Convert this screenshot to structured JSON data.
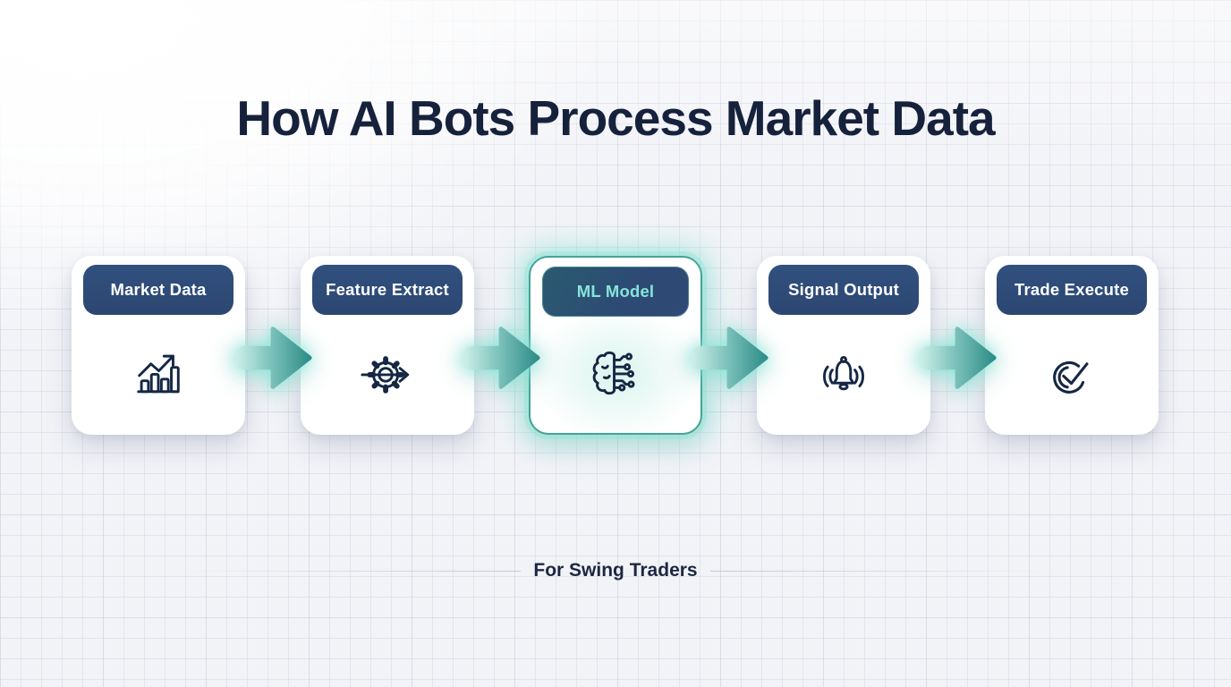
{
  "title": "How AI Bots Process Market Data",
  "subtitle": "For Swing Traders",
  "steps": [
    {
      "label": "Market Data",
      "icon": "bar-chart-trend-icon",
      "highlighted": false
    },
    {
      "label": "Feature Extract",
      "icon": "gear-process-arrow-icon",
      "highlighted": false
    },
    {
      "label": "ML Model",
      "icon": "brain-circuit-icon",
      "highlighted": true
    },
    {
      "label": "Signal Output",
      "icon": "alert-bell-icon",
      "highlighted": false
    },
    {
      "label": "Trade Execute",
      "icon": "check-circle-icon",
      "highlighted": false
    }
  ],
  "flow": {
    "arrow_count": 4,
    "direction": "left-to-right"
  },
  "colors": {
    "background": "#f2f3f7",
    "grid_line": "#e2e5ec",
    "title_text": "#16213c",
    "card_background": "#ffffff",
    "pill_background": "#2e4a75",
    "pill_text": "#ffffff",
    "highlight_pill_text": "#86e4d9",
    "highlight_border": "#45a396",
    "icon_stroke": "#152743",
    "arrow_gradient_start": "#cdeee8",
    "arrow_gradient_end": "#2f8d88",
    "divider_line": "#c3c8d4"
  }
}
